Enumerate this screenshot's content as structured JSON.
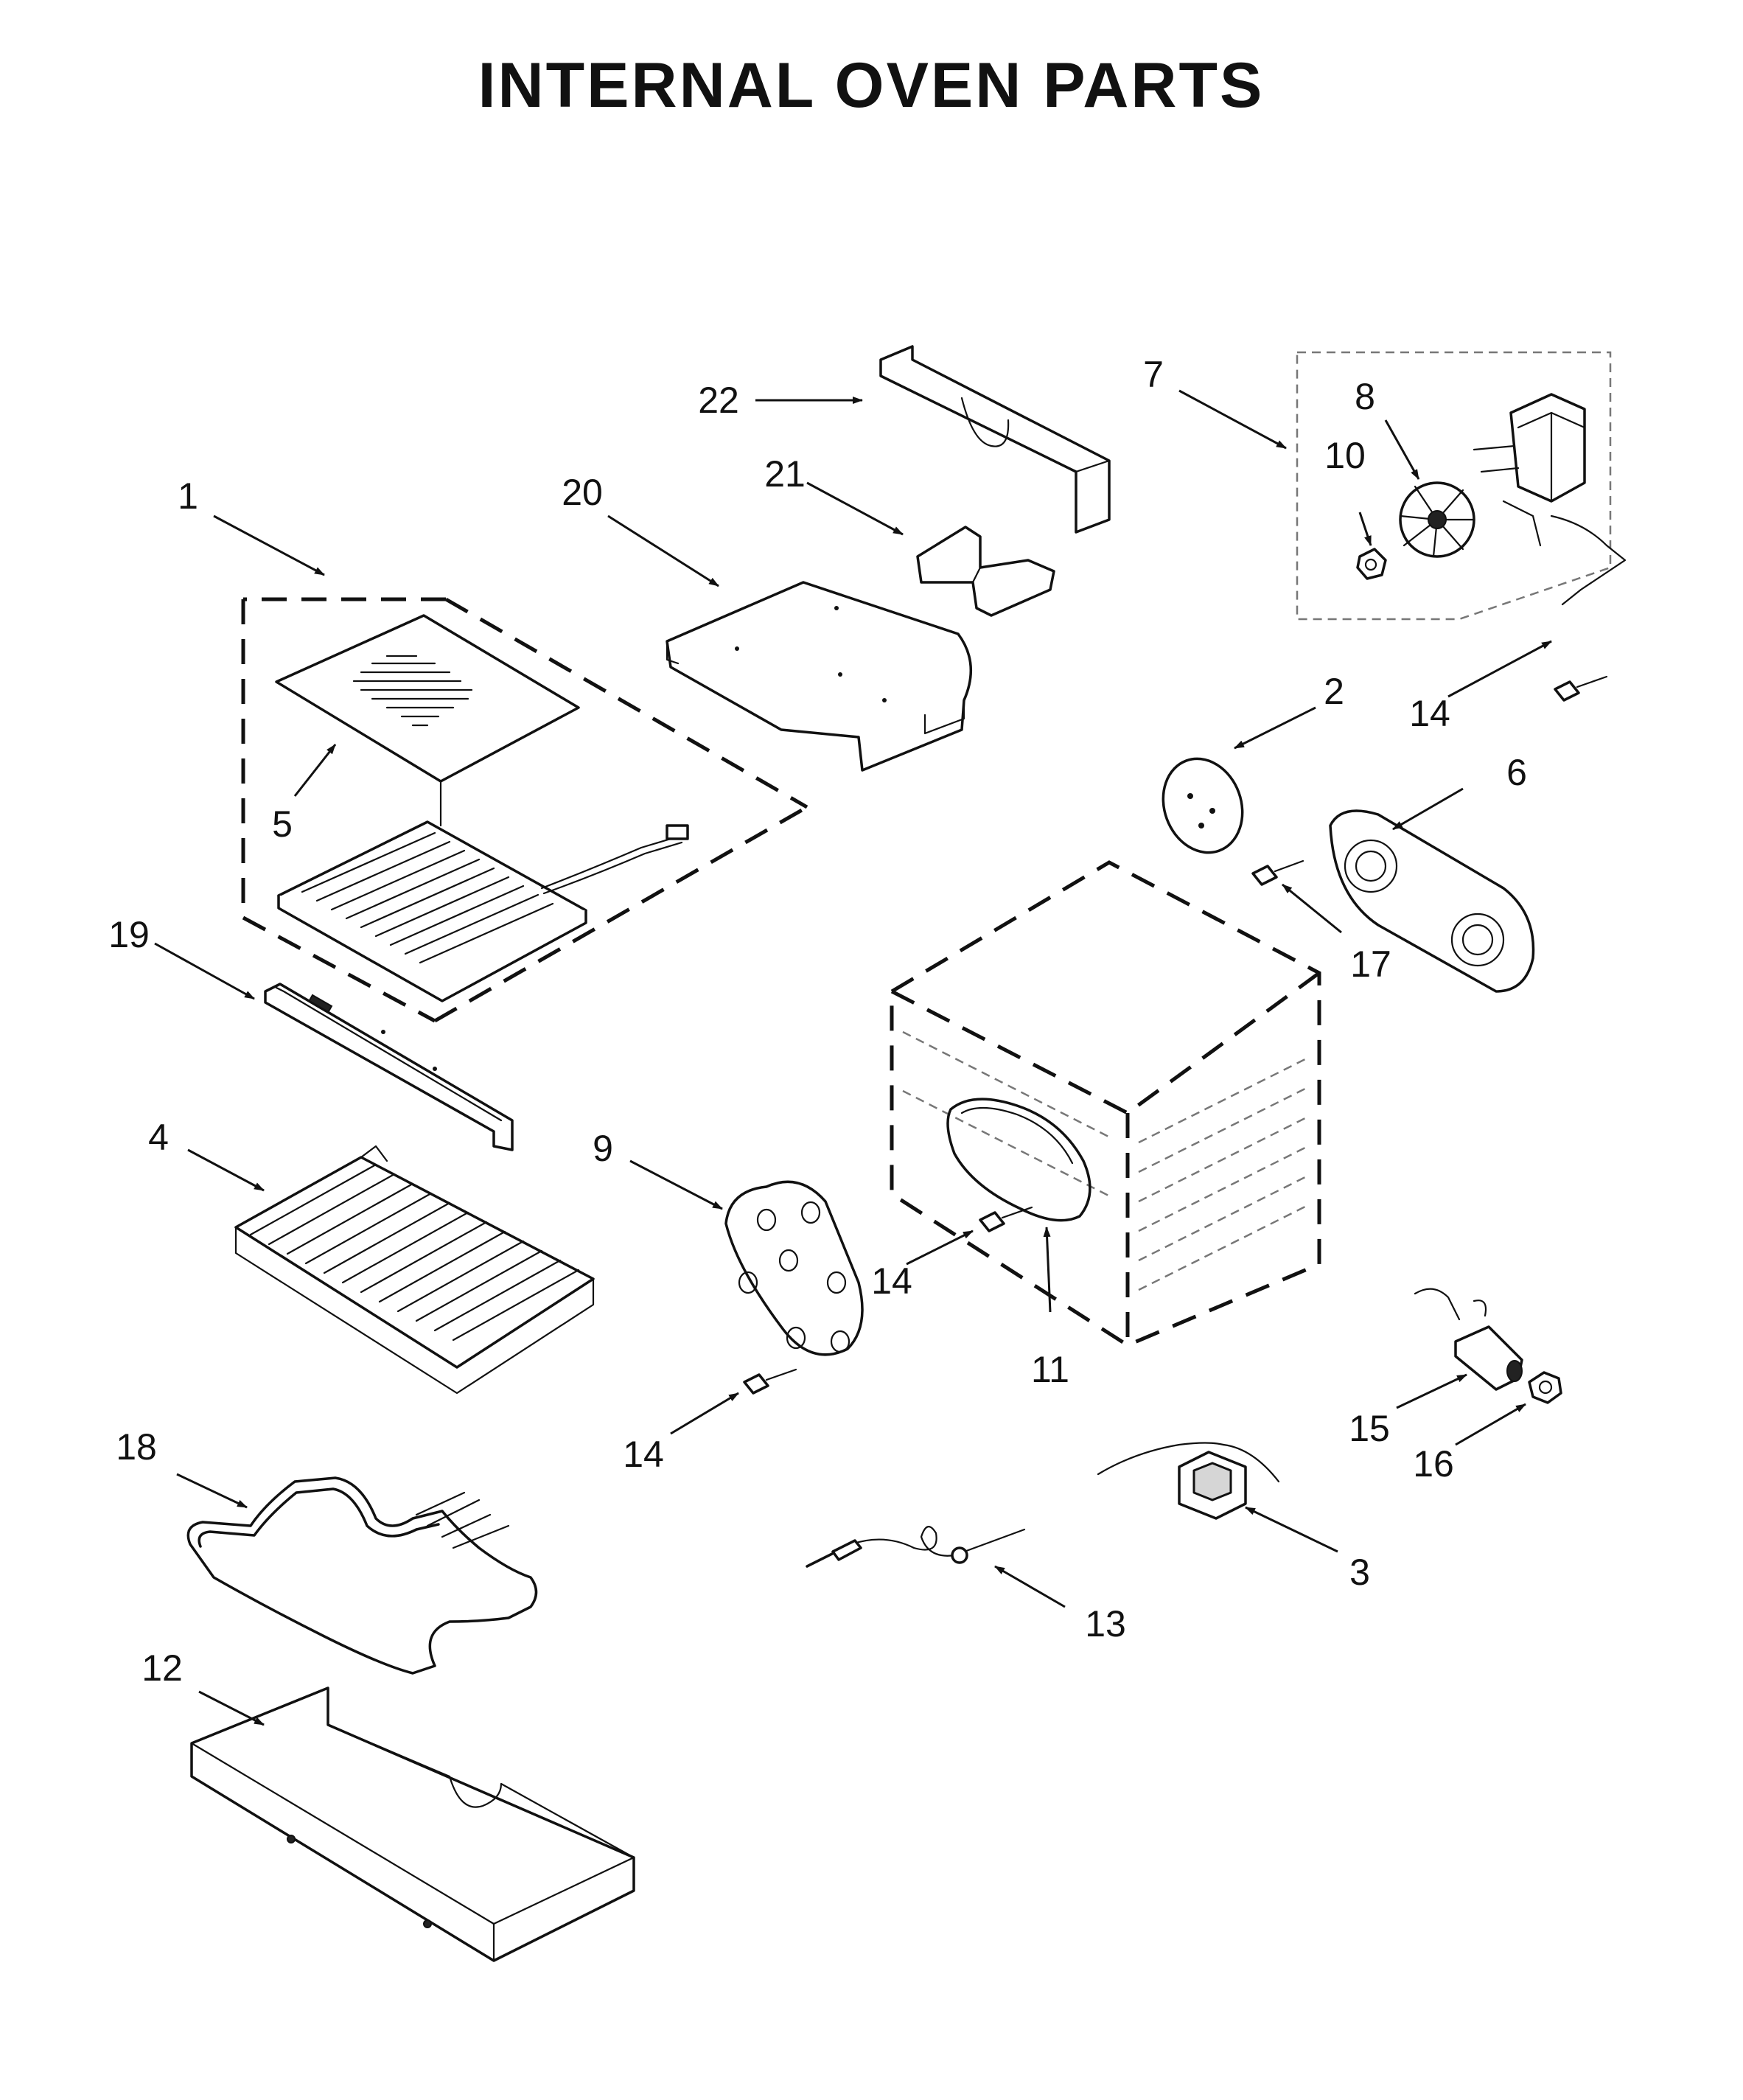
{
  "title": "INTERNAL OVEN PARTS",
  "callouts": [
    {
      "id": "c1",
      "label": "1"
    },
    {
      "id": "c2",
      "label": "2"
    },
    {
      "id": "c3",
      "label": "3"
    },
    {
      "id": "c4",
      "label": "4"
    },
    {
      "id": "c5",
      "label": "5"
    },
    {
      "id": "c6",
      "label": "6"
    },
    {
      "id": "c7",
      "label": "7"
    },
    {
      "id": "c8",
      "label": "8"
    },
    {
      "id": "c9",
      "label": "9"
    },
    {
      "id": "c10",
      "label": "10"
    },
    {
      "id": "c11",
      "label": "11"
    },
    {
      "id": "c12",
      "label": "12"
    },
    {
      "id": "c13",
      "label": "13"
    },
    {
      "id": "c14a",
      "label": "14"
    },
    {
      "id": "c14b",
      "label": "14"
    },
    {
      "id": "c14c",
      "label": "14"
    },
    {
      "id": "c15",
      "label": "15"
    },
    {
      "id": "c16",
      "label": "16"
    },
    {
      "id": "c17",
      "label": "17"
    },
    {
      "id": "c18",
      "label": "18"
    },
    {
      "id": "c19",
      "label": "19"
    },
    {
      "id": "c20",
      "label": "20"
    },
    {
      "id": "c21",
      "label": "21"
    },
    {
      "id": "c22",
      "label": "22"
    }
  ]
}
